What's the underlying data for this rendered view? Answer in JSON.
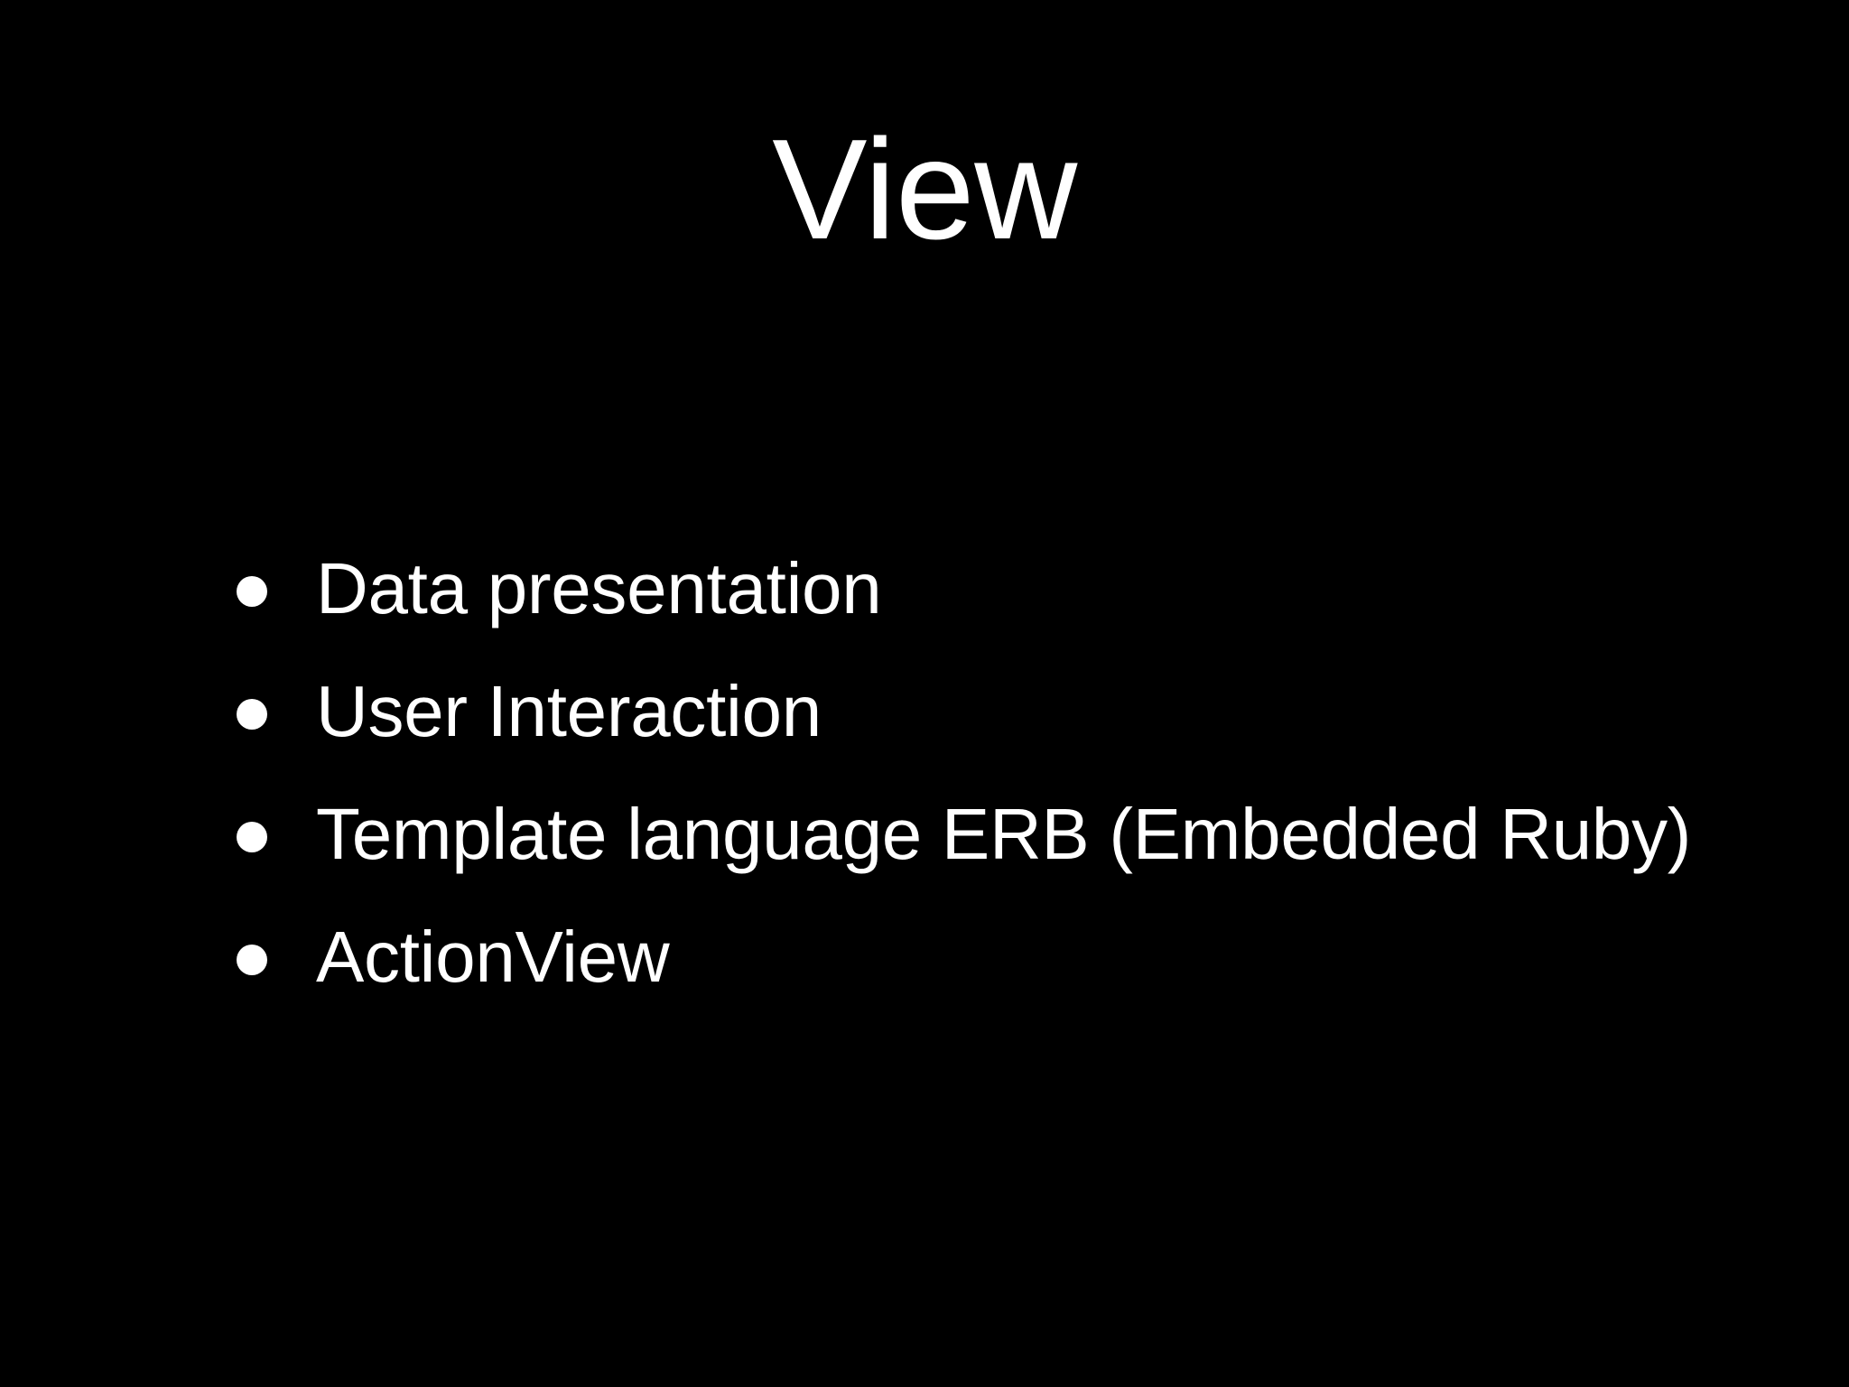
{
  "slide": {
    "background_color": "#000000",
    "text_color": "#ffffff",
    "title": "View",
    "bullets": [
      {
        "marker": "bullet-dot",
        "text": "Data presentation"
      },
      {
        "marker": "bullet-dot",
        "text": "User Interaction"
      },
      {
        "marker": "bullet-dot",
        "text": "Template language ERB (Embedded Ruby)"
      },
      {
        "marker": "bullet-dot",
        "text": "ActionView"
      }
    ]
  }
}
